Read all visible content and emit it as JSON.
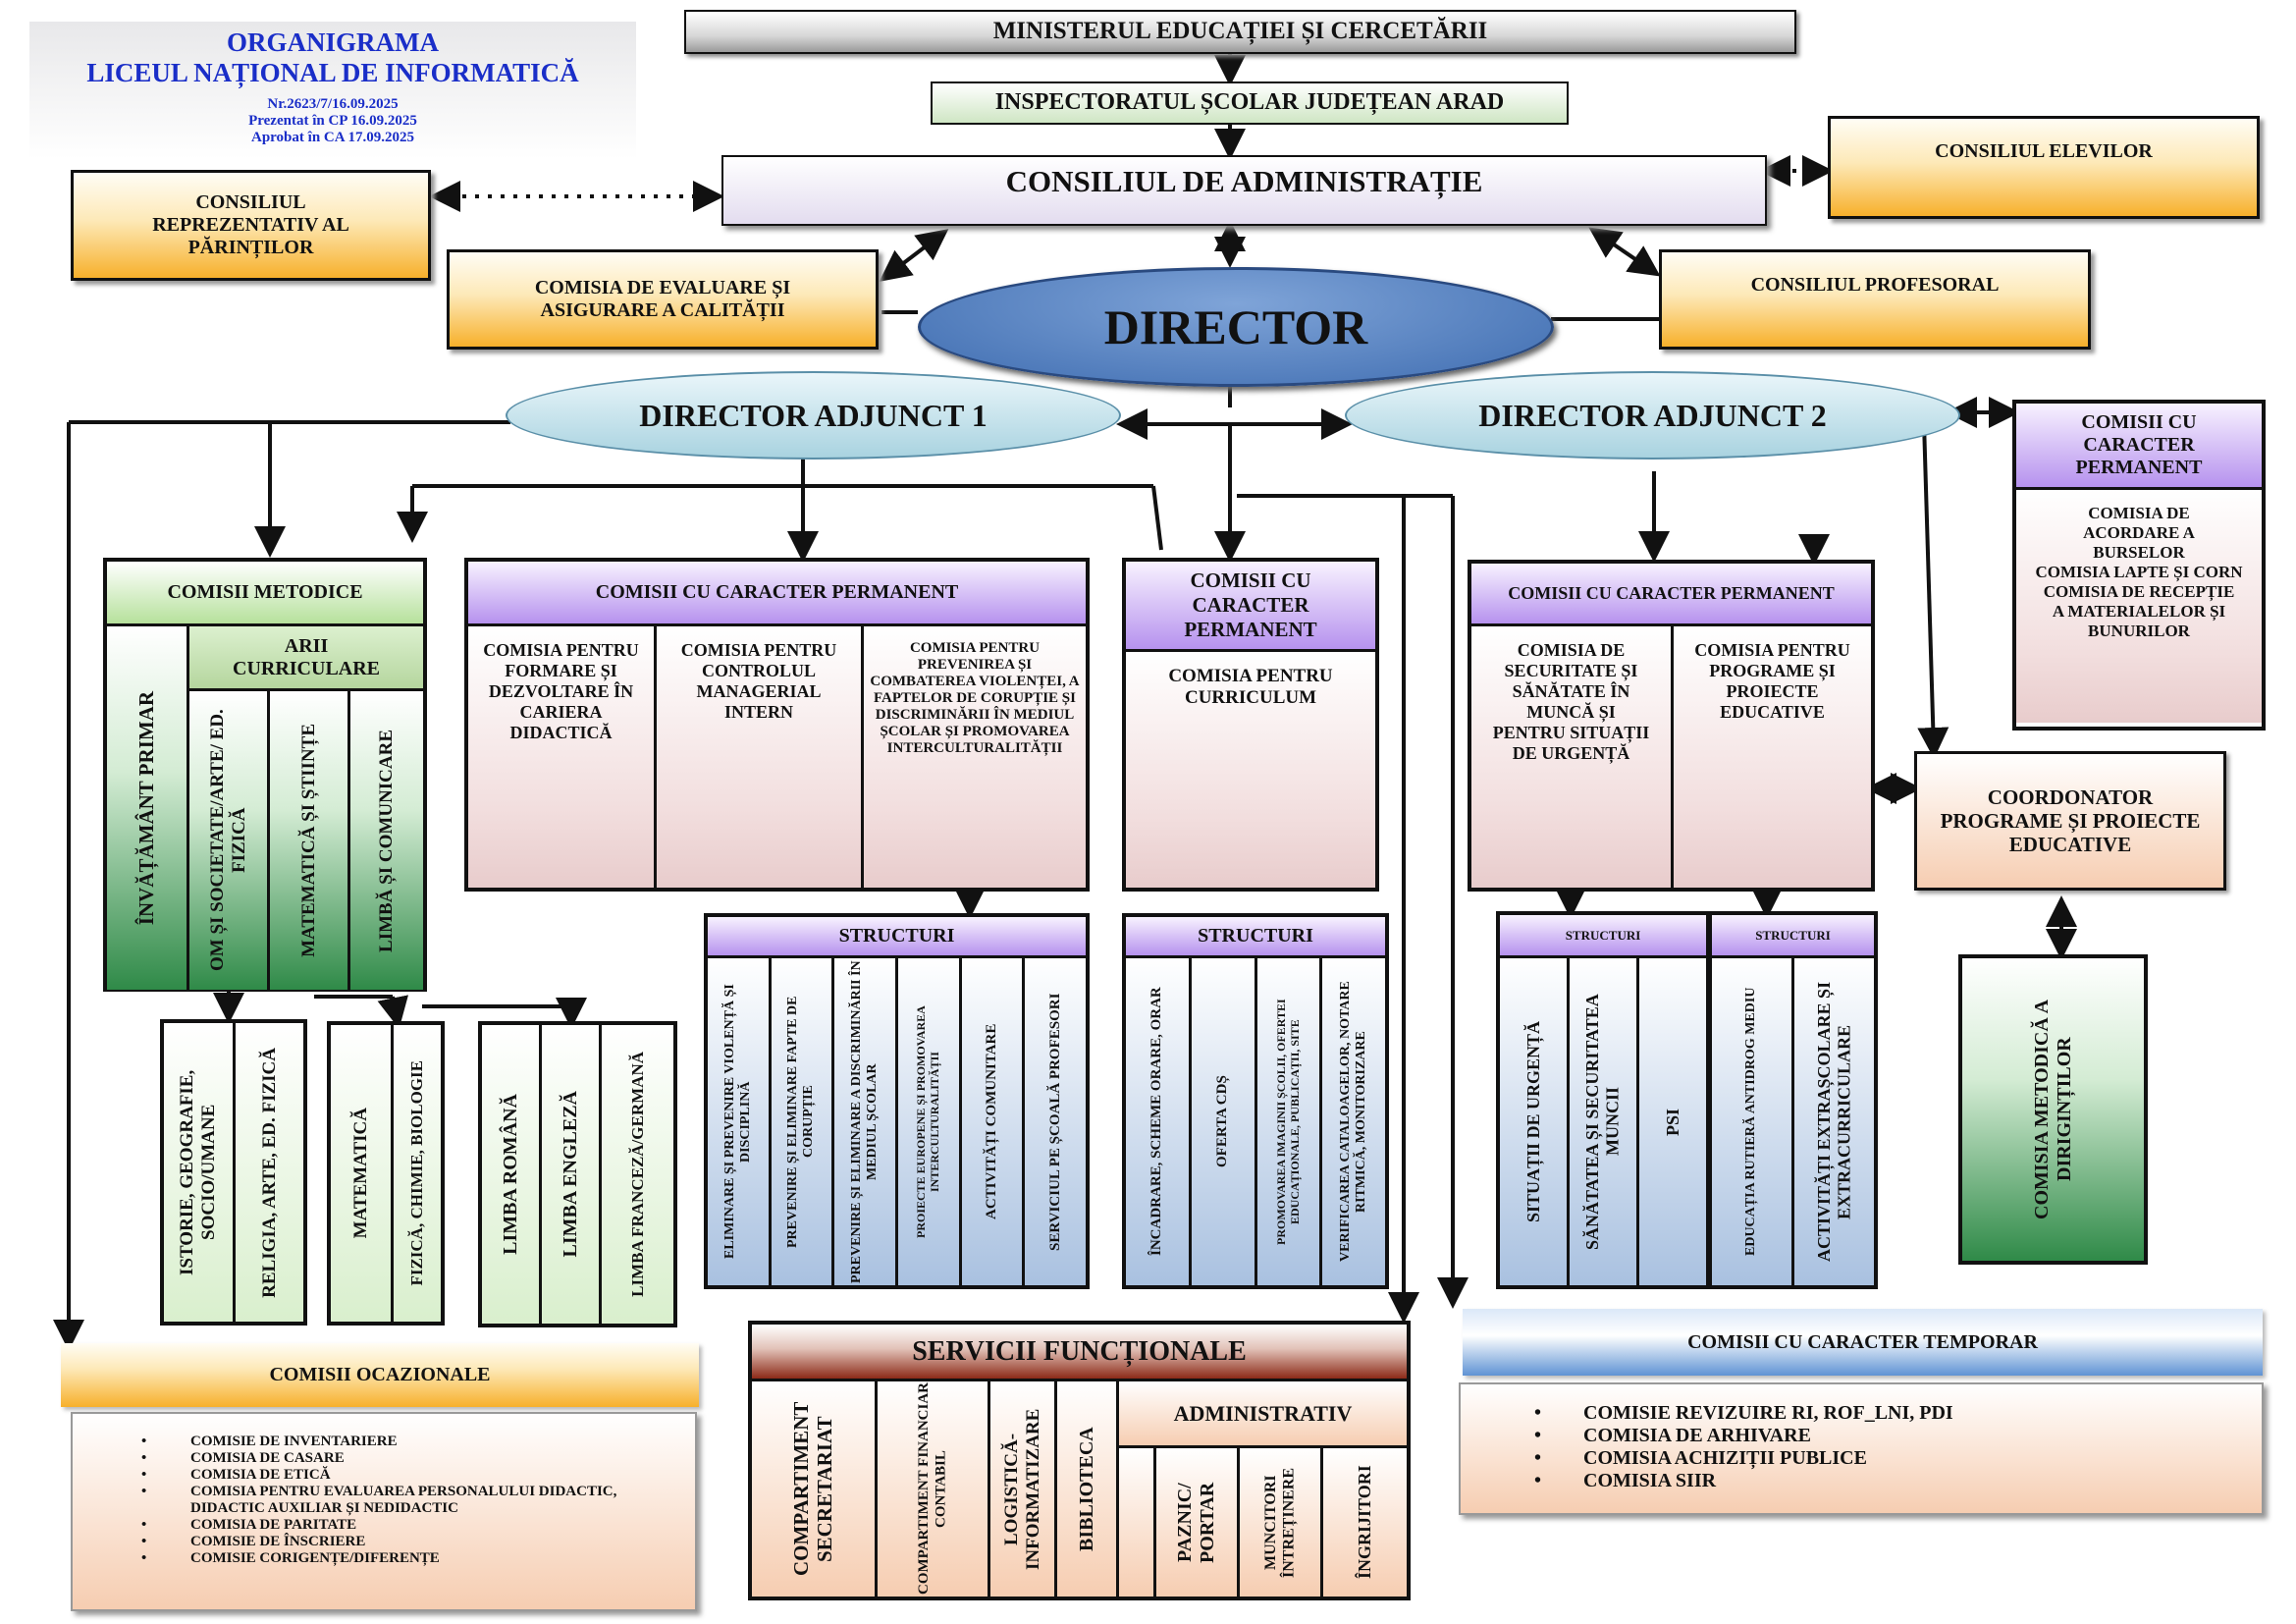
{
  "header": {
    "title_line1": "ORGANIGRAMA",
    "title_line2": "LICEUL NAȚIONAL DE INFORMATICĂ",
    "doc_number": "Nr.2623/7/16.09.2025",
    "presented": "Prezentat în CP  16.09.2025",
    "approved": "Aprobat în CA 17.09.2025"
  },
  "colors": {
    "title_blue": "#1a2ec8",
    "director_fill": "#4f7fc0",
    "adjunct_fill": "#c4e4ee",
    "orange": "#f7b02b",
    "purple_header": "#b692ee",
    "green_dark": "#2f8a48",
    "blue_column": "#a9c1e0",
    "rust_header": "#8c2a18"
  },
  "top": {
    "ministry": "MINISTERUL EDUCAȚIEI ȘI CERCETĂRII",
    "inspectorate": "INSPECTORATUL ȘCOLAR JUDEȚEAN ARAD",
    "admin_council": "CONSILIUL DE ADMINISTRAȚIE",
    "parents_council": "CONSILIUL REPREZENTATIV AL PĂRINȚILOR",
    "students_council": "CONSILIUL ELEVILOR",
    "quality_commission": "COMISIA DE EVALUARE ȘI ASIGURARE A CALITĂȚII",
    "teachers_council": "CONSILIUL PROFESORAL",
    "director": "DIRECTOR",
    "deputy1": "DIRECTOR ADJUNCT 1",
    "deputy2": "DIRECTOR ADJUNCT 2"
  },
  "methodical": {
    "title": "COMISII METODICE",
    "primary": "ÎNVĂȚĂMÂNT PRIMAR",
    "areas_title": "ARII CURRICULARE",
    "areas": [
      "OM ȘI SOCIETATE/ARTE/ ED. FIZICĂ",
      "MATEMATICĂ ȘI ȘTIINȚE",
      "LIMBĂ ȘI COMUNICARE"
    ],
    "group1": [
      "ISTORIE, GEOGRAFIE, SOCIO/UMANE",
      "RELIGIA, ARTE, ED. FIZICĂ"
    ],
    "group2": [
      "MATEMATICĂ",
      "FIZICĂ, CHIMIE, BIOLOGIE"
    ],
    "group3": [
      "LIMBA  ROMÂNĂ",
      "LIMBA ENGLEZĂ",
      "LIMBA FRANCEZĂ/GERMANĂ"
    ]
  },
  "permanent1": {
    "title": "COMISII CU CARACTER PERMANENT",
    "items": [
      "COMISIA PENTRU FORMARE ȘI DEZVOLTARE  ÎN CARIERA DIDACTICĂ",
      "COMISIA PENTRU CONTROLUL MANAGERIAL INTERN",
      "COMISIA PENTRU PREVENIREA ȘI COMBATEREA VIOLENȚEI, A FAPTELOR DE CORUPȚIE ȘI DISCRIMINĂRII ÎN MEDIUL ȘCOLAR ȘI PROMOVAREA INTERCULTURALITĂȚII"
    ],
    "structures_title": "STRUCTURI",
    "structures": [
      "ELIMINARE ȘI PREVENIRE VIOLENȚĂ ȘI DISCIPLINĂ",
      "PREVENIRE ȘI ELIMINARE FAPTE DE CORUPȚIE",
      "PREVENIRE ȘI ELIMINARE A DISCRIMINĂRII ÎN MEDIUL ȘCOLAR",
      "PROIECTE EUROPENE ȘI PROMOVAREA INTERCULTURALITĂȚII",
      "ACTIVITĂȚI  COMUNITARE",
      "SERVICIUL PE  ȘCOALĂ  PROFESORI"
    ]
  },
  "permanent2": {
    "title": "COMISII  CU CARACTER PERMANENT",
    "item": "COMISIA  PENTRU CURRICULUM",
    "structures_title": "STRUCTURI",
    "structures": [
      "ÎNCADRARE, SCHEME ORARE, ORAR",
      "OFERTA CDȘ",
      "PROMOVAREA IMAGINII ȘCOLII, OFERTEI EDUCAȚIONALE, PUBLICAȚII, SITE",
      "VERIFICAREA CATALOAGELOR, NOTARE RITMICĂ, MONITORIZARE"
    ]
  },
  "permanent3": {
    "title": "COMISII CU CARACTER PERMANENT",
    "items": [
      "COMISIA DE SECURITATE ȘI SĂNĂTATE ÎN MUNCĂ ȘI PENTRU SITUAȚII DE URGENȚĂ",
      "COMISIA PENTRU PROGRAME ȘI PROIECTE EDUCATIVE"
    ],
    "structures_a_title": "STRUCTURI",
    "structures_a": [
      "SITUAȚII DE URGENȚĂ",
      "SĂNĂTATEA ȘI SECURITATEA MUNCII",
      "PSI"
    ],
    "structures_b_title": "STRUCTURI",
    "structures_b": [
      "EDUCAȚIA RUTIERĂ ANTIDROG MEDIU",
      "ACTIVITĂȚI EXTRAȘCOLARE ȘI EXTRACURRICULARE"
    ]
  },
  "permanent4": {
    "title": "COMISII  CU CARACTER PERMANENT",
    "items": [
      "COMISIA  DE ACORDARE A BURSELOR",
      "COMISIA LAPTE ȘI CORN",
      "COMISIA DE RECEPȚIE A MATERIALELOR ȘI BUNURILOR"
    ]
  },
  "coordinator": "COORDONATOR PROGRAME ȘI PROIECTE  EDUCATIVE",
  "form_teachers": "COMISIA METODICĂ A DIRIGINȚILOR",
  "occasional": {
    "title": "COMISII OCAZIONALE",
    "items": [
      "COMISIE DE INVENTARIERE",
      "COMISIA DE CASARE",
      "COMISIA DE ETICĂ",
      "COMISIA PENTRU EVALUAREA PERSONALULUI DIDACTIC, DIDACTIC AUXILIAR ȘI NEDIDACTIC",
      "COMISIA DE PARITATE",
      "COMISIE DE ÎNSCRIERE",
      "COMISIE CORIGENȚE/DIFERENȚE"
    ]
  },
  "services": {
    "title": "SERVICII FUNCȚIONALE",
    "columns": [
      "COMPARTIMENT SECRETARIAT",
      "COMPARTIMENT FINANCIAR CONTABIL",
      "LOGISTICĂ-INFORMATIZARE",
      "BIBLIOTECA"
    ],
    "admin_title": "ADMINISTRATIV",
    "admin_columns": [
      "PAZNIC/ PORTAR",
      "MUNCITORI ÎNTREȚINERE",
      "ÎNGRIJITORI"
    ]
  },
  "temporary": {
    "title": "COMISII CU CARACTER TEMPORAR",
    "items": [
      "COMISIE REVIZUIRE RI, ROF_LNI, PDI",
      "COMISIA DE ARHIVARE",
      "COMISIA ACHIZIȚII PUBLICE",
      "COMISIA SIIR"
    ]
  }
}
